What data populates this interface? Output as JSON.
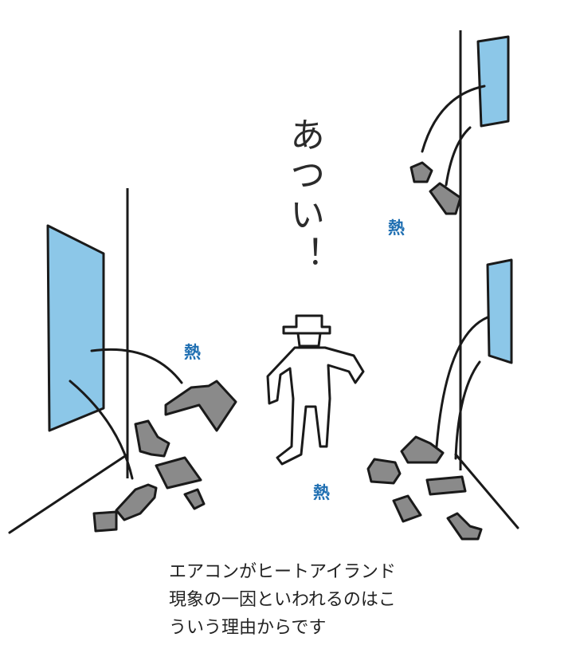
{
  "exclamation": "あつい！",
  "heat_labels": [
    "熱",
    "熱",
    "熱"
  ],
  "caption": {
    "line1": "エアコンがヒートアイランド",
    "line2": "現象の一因といわれるのはこ",
    "line3": "ういう理由からです"
  },
  "colors": {
    "ac_unit": "#8cc7e8",
    "debris": "#8a8a8a",
    "outline": "#1a1a1a",
    "heat_text": "#1f6fb2"
  }
}
